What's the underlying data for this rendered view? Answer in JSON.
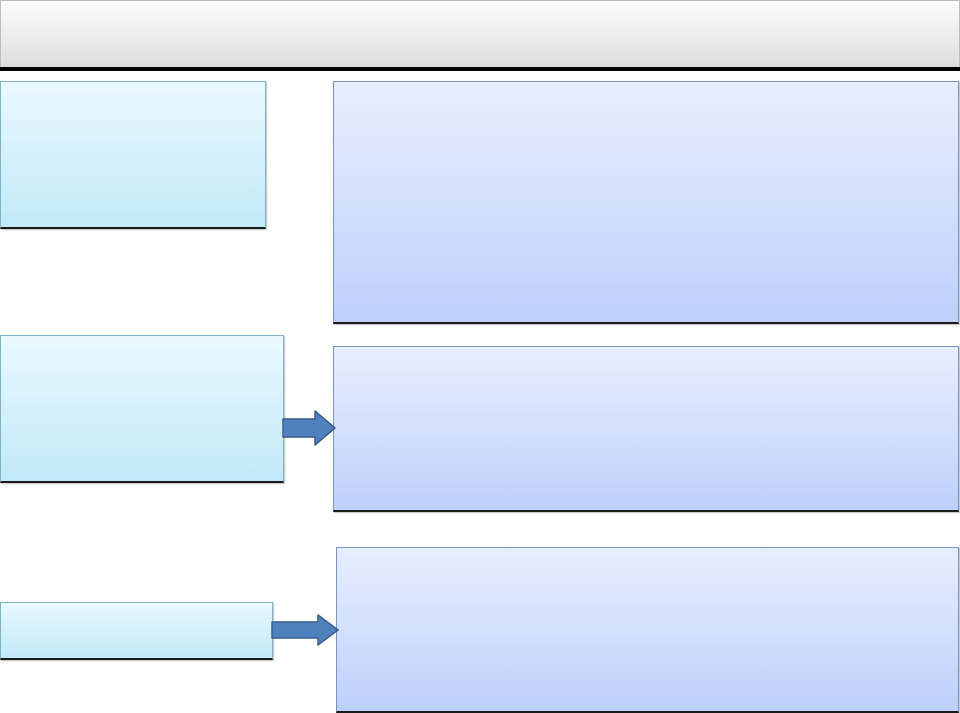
{
  "header": {
    "title": ""
  },
  "left_boxes": [
    {
      "id": "left-1",
      "text": ""
    },
    {
      "id": "left-2",
      "text": ""
    },
    {
      "id": "left-3",
      "text": ""
    }
  ],
  "right_boxes": [
    {
      "id": "right-1",
      "text": ""
    },
    {
      "id": "right-2",
      "text": ""
    },
    {
      "id": "right-3",
      "text": ""
    }
  ],
  "colors": {
    "left_box_fill": "#d5f1fb",
    "right_box_fill": "#d3e0fd",
    "arrow_fill": "#4f81bd",
    "arrow_stroke": "#385d8a",
    "header_rule": "#000000"
  },
  "connectors": [
    {
      "from": "left-2",
      "to": "right-2",
      "icon": "arrow-right-icon"
    },
    {
      "from": "left-3",
      "to": "right-3",
      "icon": "arrow-right-icon"
    }
  ]
}
